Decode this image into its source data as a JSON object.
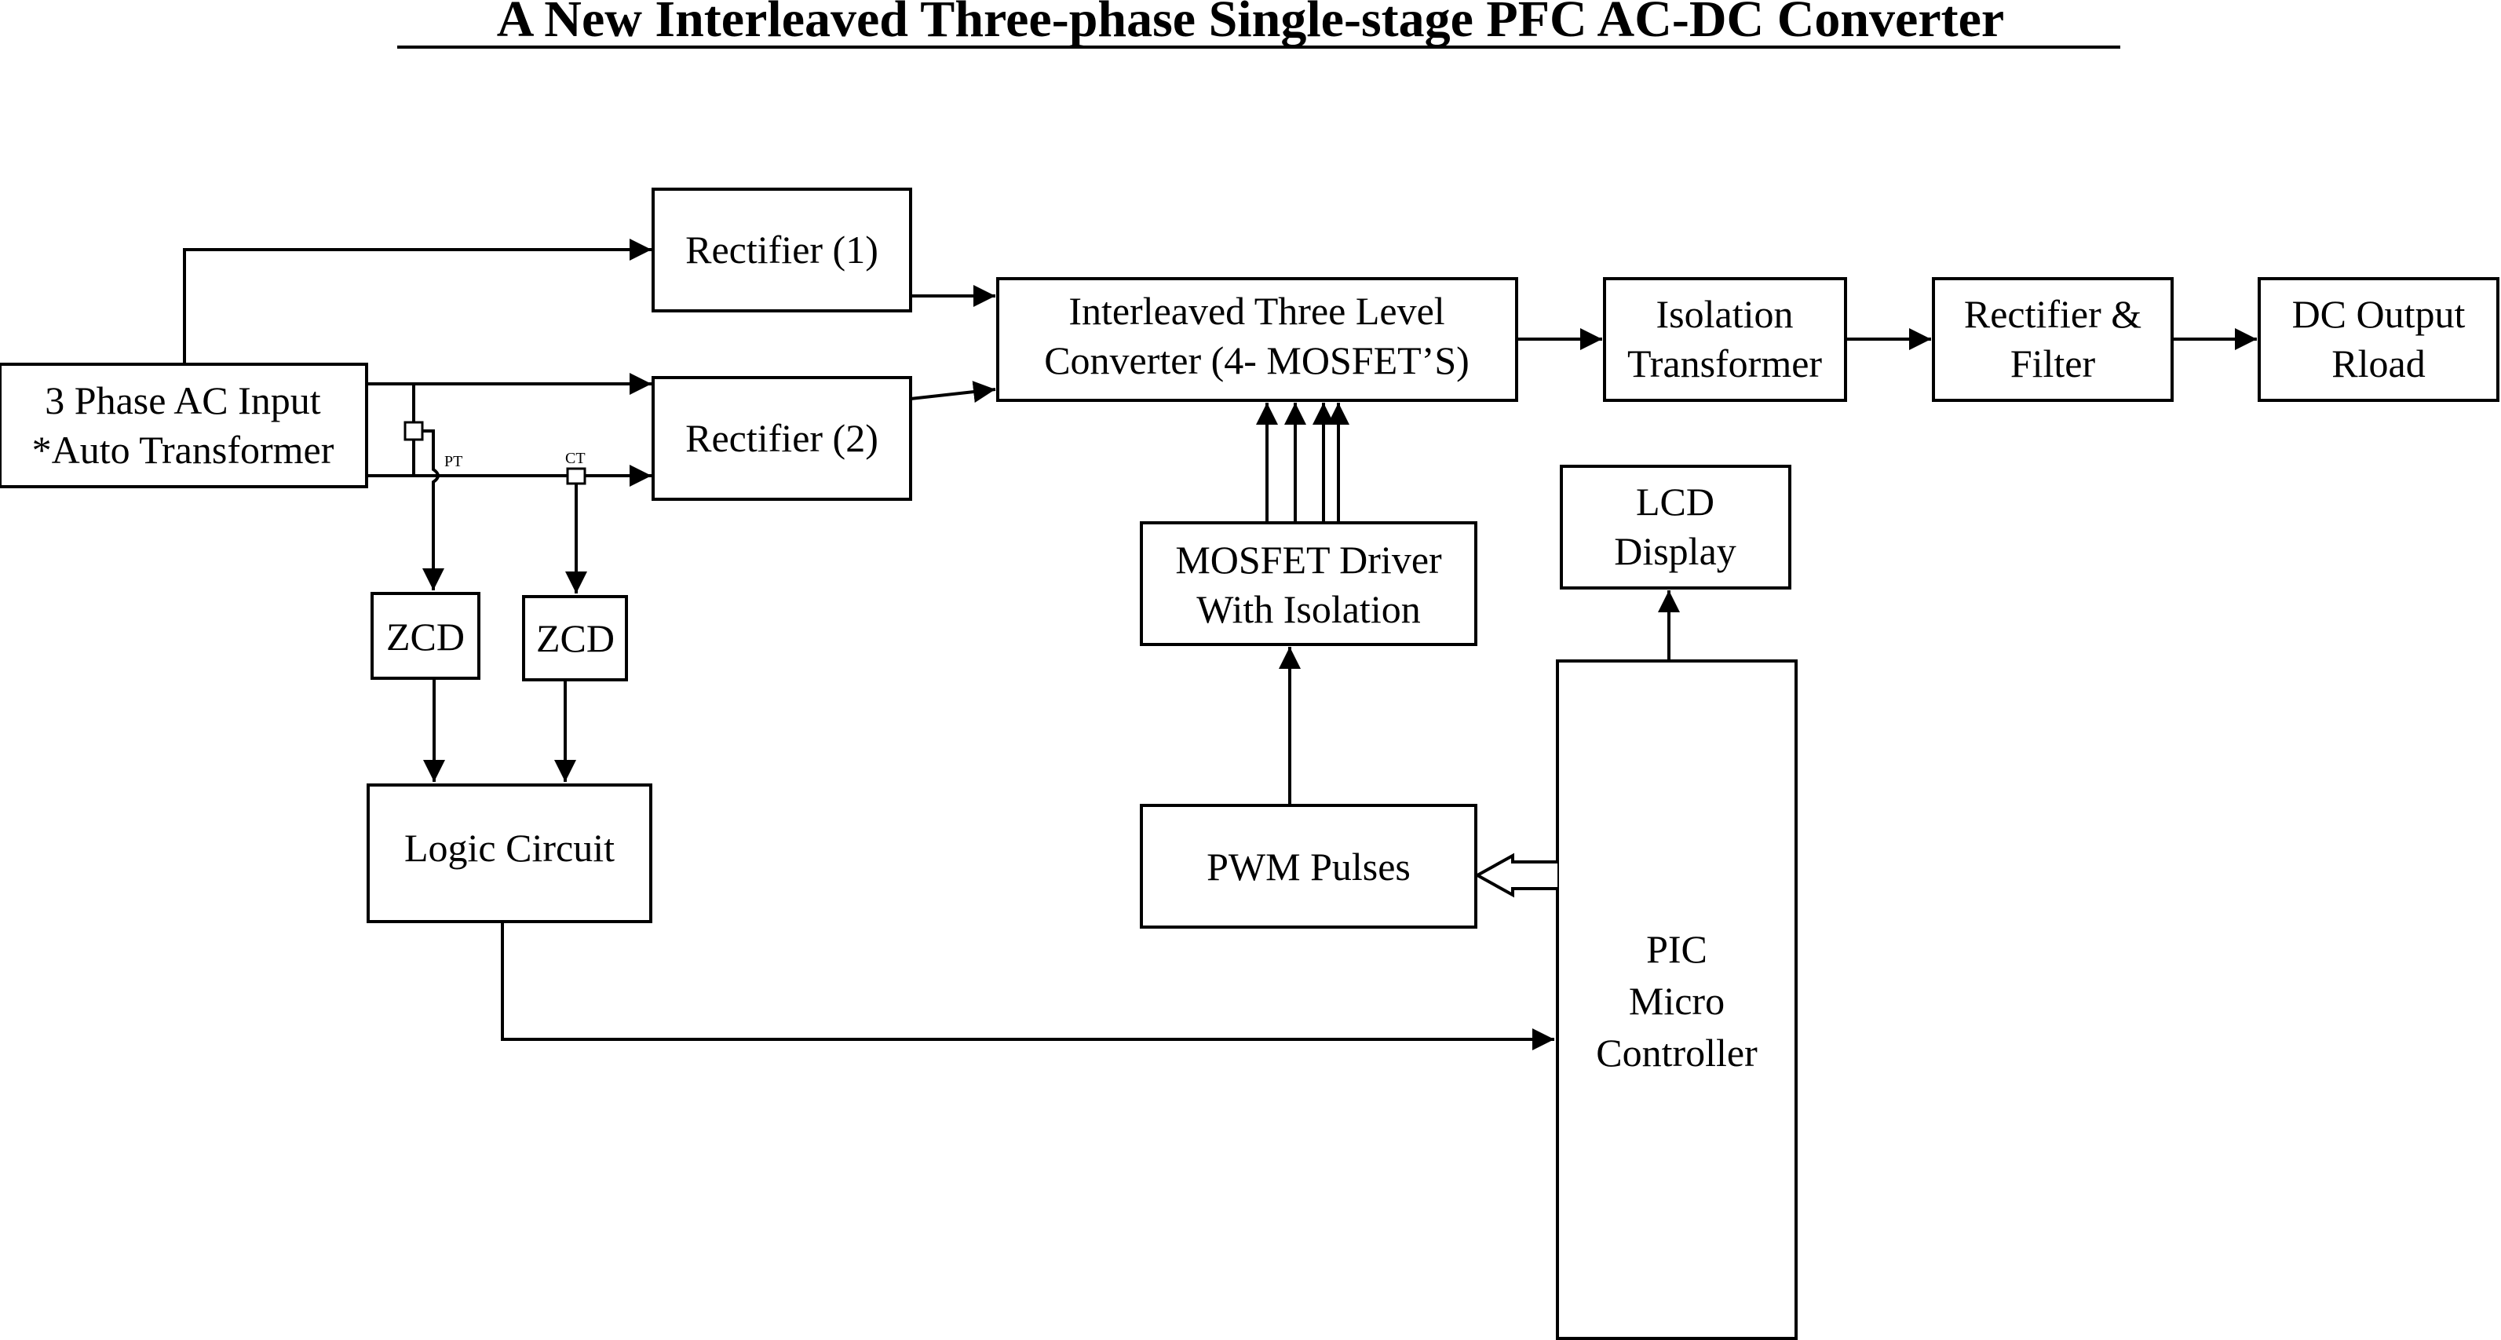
{
  "diagram": {
    "title": "A New Interleaved Three-phase Single-stage PFC AC-DC Converter",
    "blocks": {
      "ac_input": {
        "line1": "3 Phase AC Input",
        "line2": "*Auto Transformer"
      },
      "rectifier1": {
        "label": "Rectifier (1)"
      },
      "rectifier2": {
        "label": "Rectifier (2)"
      },
      "converter": {
        "line1": "Interleaved Three Level",
        "line2": "Converter (4- MOSFET’S)"
      },
      "isolation_transformer": {
        "line1": "Isolation",
        "line2": "Transformer"
      },
      "rectifier_filter": {
        "line1": "Rectifier &",
        "line2": "Filter"
      },
      "dc_output": {
        "line1": "DC Output",
        "line2": "Rload"
      },
      "zcd1": {
        "label": "ZCD"
      },
      "zcd2": {
        "label": "ZCD"
      },
      "logic_circuit": {
        "label": "Logic Circuit"
      },
      "mosfet_driver": {
        "line1": "MOSFET Driver",
        "line2": "With Isolation"
      },
      "pwm_pulses": {
        "label": "PWM Pulses"
      },
      "lcd_display": {
        "line1": "LCD",
        "line2": "Display"
      },
      "pic_controller": {
        "line1": "PIC",
        "line2": "Micro",
        "line3": "Controller"
      }
    },
    "sensors": {
      "pt": {
        "label": "PT"
      },
      "ct": {
        "label": "CT"
      }
    }
  }
}
